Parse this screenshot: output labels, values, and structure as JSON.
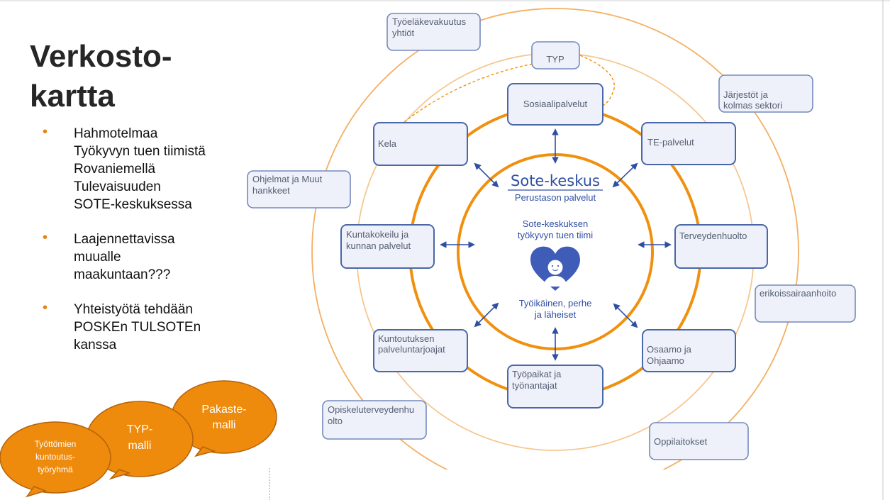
{
  "slide": {
    "title": "Verkosto-\nkartta",
    "bullets": [
      "Hahmotelmaa Työkyvyn tuen tiimistä Rovaniemellä Tulevaisuuden SOTE-keskuksessa",
      "Laajennettavissa muualle maakuntaan???",
      "Yhteistyötä tehdään POSKEn TULSOTEn kanssa"
    ]
  },
  "center": {
    "title": "Sote-keskus",
    "subtitle": "Perustason palvelut",
    "team_line1": "Sote-keskuksen",
    "team_line2": "työkyvyn tuen tiimi",
    "focus_line1": "Työikäinen, perhe",
    "focus_line2": "ja läheiset"
  },
  "inner_nodes": {
    "sosiaali": [
      "Sosiaalipalvelut"
    ],
    "te": [
      "TE-palvelut"
    ],
    "terveys": [
      "Terveydenhuolto"
    ],
    "osaamo": [
      "Osaamo ja",
      "Ohjaamo"
    ],
    "tyopaikat": [
      "Työpaikat ja",
      "työnantajat"
    ],
    "kuntoutus": [
      "Kuntoutuksen",
      "palveluntarjoajat"
    ],
    "kunta": [
      "Kuntakokeilu ja",
      "kunnan palvelut"
    ],
    "kela": [
      "Kela"
    ]
  },
  "outer_nodes": {
    "tyoelake": [
      "Työeläkevakuutus",
      "yhtiöt"
    ],
    "typ": [
      "TYP"
    ],
    "jarjestot": [
      "Järjestöt ja",
      "kolmas sektori"
    ],
    "ohjelmat": [
      "Ohjelmat ja Muut",
      "hankkeet"
    ],
    "erikois": [
      "erikoissairaanhoito"
    ],
    "opisk": [
      "Opiskeluterveydenhu",
      "olto"
    ],
    "oppilait": [
      "Oppilaitokset"
    ]
  },
  "bubbles": {
    "pakaste": [
      "Pakaste-",
      "malli"
    ],
    "typ": [
      "TYP-",
      "malli"
    ],
    "tyottomien": [
      "Työttömien",
      "kuntoutus-",
      "työryhmä"
    ]
  },
  "colors": {
    "orange": "#f0900e",
    "ring_light": "#f5be7a",
    "node_border": "#4a67a8",
    "node_fill": "#eef1fa",
    "arrow": "#2f4fa3",
    "bullet": "#e8820c",
    "bubble": "#ee8a0c"
  }
}
